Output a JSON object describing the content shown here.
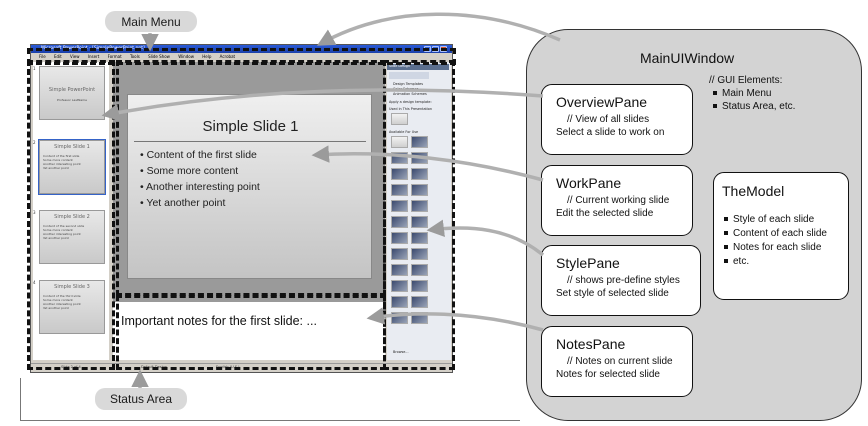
{
  "callouts": {
    "main_menu": "Main Menu",
    "status_area": "Status Area"
  },
  "screenshot": {
    "window_title": "Microsoft PowerPoint - [SimplePowerPoint.ppt]",
    "menu_items": [
      "File",
      "Edit",
      "View",
      "Insert",
      "Format",
      "Tools",
      "Slide Show",
      "Window",
      "Help",
      "Acrobat"
    ],
    "thumbnails": [
      {
        "num": "1",
        "title": "Simple PowerPoint",
        "lines": [
          "Professor LastName"
        ]
      },
      {
        "num": "2",
        "title": "Simple Slide 1",
        "lines": [
          "Content of the first slide",
          "Some more content",
          "Another interesting point",
          "Yet another point"
        ]
      },
      {
        "num": "3",
        "title": "Simple Slide 2",
        "lines": [
          "Content of the second slide",
          "Some more content",
          "Another interesting point",
          "Yet another point"
        ]
      },
      {
        "num": "4",
        "title": "Simple Slide 3",
        "lines": [
          "Content of the third slide",
          "Some more content",
          "Another interesting point",
          "Yet another point"
        ]
      }
    ],
    "slide": {
      "title": "Simple Slide 1",
      "bullets": [
        "Content of the first slide",
        "Some more content",
        "Another interesting point",
        "Yet another point"
      ]
    },
    "notes": "Important notes for the first slide: ...",
    "task_pane": {
      "header": "Slide Design",
      "links": [
        "Design Templates",
        "Color Schemes",
        "Animation Schemes"
      ],
      "apply_label": "Apply a design template:",
      "used_label": "Used in This Presentation",
      "available_label": "Available For Use",
      "browse": "Browse..."
    },
    "status": {
      "slide": "Slide 2 of 4",
      "design": "Default Design",
      "language": "English (U.S.)"
    }
  },
  "model": {
    "main_title": "MainUIWindow",
    "gui_elements": {
      "comment": "// GUI Elements:",
      "items": [
        "Main Menu",
        "Status Area, etc."
      ]
    },
    "panes": [
      {
        "title": "OverviewPane",
        "lines": [
          "// View of all slides",
          "Select a slide to work on"
        ]
      },
      {
        "title": "WorkPane",
        "lines": [
          "// Current working slide",
          "Edit the selected slide"
        ]
      },
      {
        "title": "StylePane",
        "lines": [
          "// shows pre-define styles",
          "Set style of selected slide"
        ]
      },
      {
        "title": "NotesPane",
        "lines": [
          "// Notes on current slide",
          "Notes for selected slide"
        ]
      }
    ],
    "the_model": {
      "title": "TheModel",
      "items": [
        "Style of each slide",
        "Content of each slide",
        "Notes for each slide",
        "etc."
      ]
    }
  }
}
